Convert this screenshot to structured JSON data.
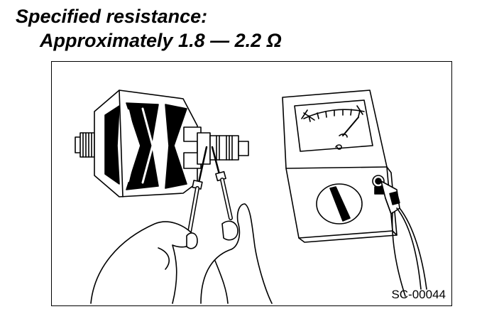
{
  "spec": {
    "label": "Specified resistance:",
    "value": "Approximately 1.8 — 2.2 Ω"
  },
  "figure": {
    "code": "SC-00044"
  }
}
